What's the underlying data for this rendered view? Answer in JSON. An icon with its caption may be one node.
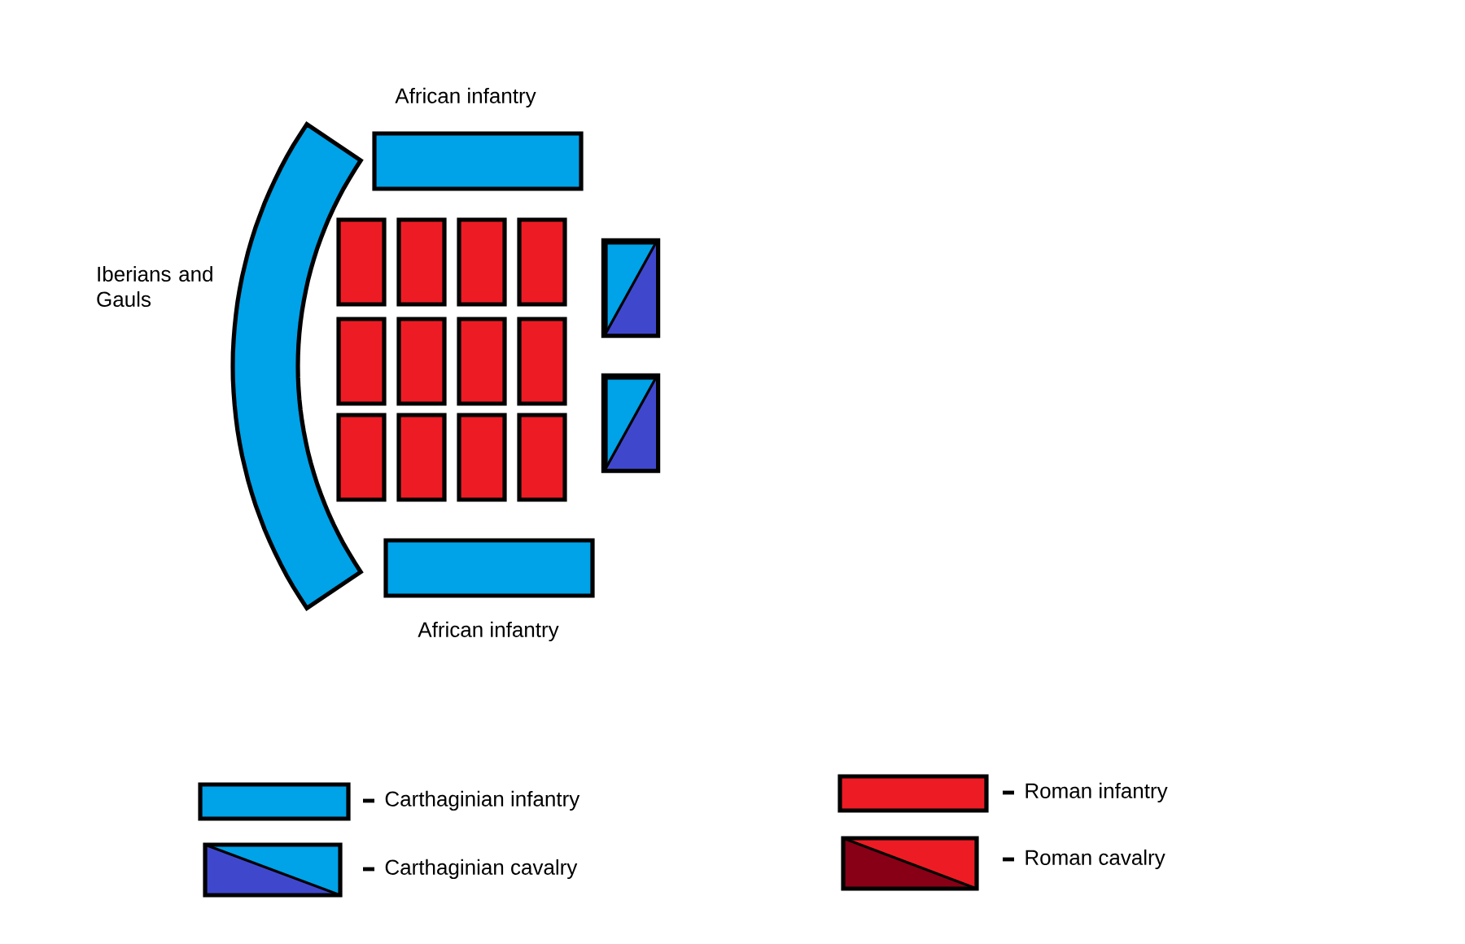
{
  "diagram": {
    "nodes": [
      {
        "text": [
          "African infantry"
        ]
      },
      {
        "text": [
          "Iberians and Gauls"
        ]
      },
      {
        "text": [],
        "shape": "box"
      },
      {
        "text": [],
        "shape": "box"
      },
      {
        "text": [],
        "shape": "box"
      },
      {
        "text": [],
        "shape": "box"
      },
      {
        "text": [],
        "shape": "box"
      },
      {
        "text": [],
        "shape": "box"
      },
      {
        "text": [],
        "shape": "box"
      },
      {
        "text": [],
        "shape": "box"
      },
      {
        "text": [],
        "shape": "box"
      },
      {
        "text": [],
        "shape": "box"
      },
      {
        "text": [],
        "shape": "box"
      },
      {
        "text": [],
        "shape": "box"
      },
      {
        "text": [],
        "shape": "box"
      },
      {
        "text": [],
        "shape": "box"
      },
      {
        "text": [
          "African infantry"
        ]
      }
    ],
    "legend": [
      {
        "text": "Carthaginian infantry",
        "color": "#00a2e8"
      },
      {
        "text": "Carthaginian cavalry"
      },
      {
        "text": "Roman infantry",
        "color": "#ed1c24"
      },
      {
        "text": "Roman cavalry"
      }
    ]
  }
}
